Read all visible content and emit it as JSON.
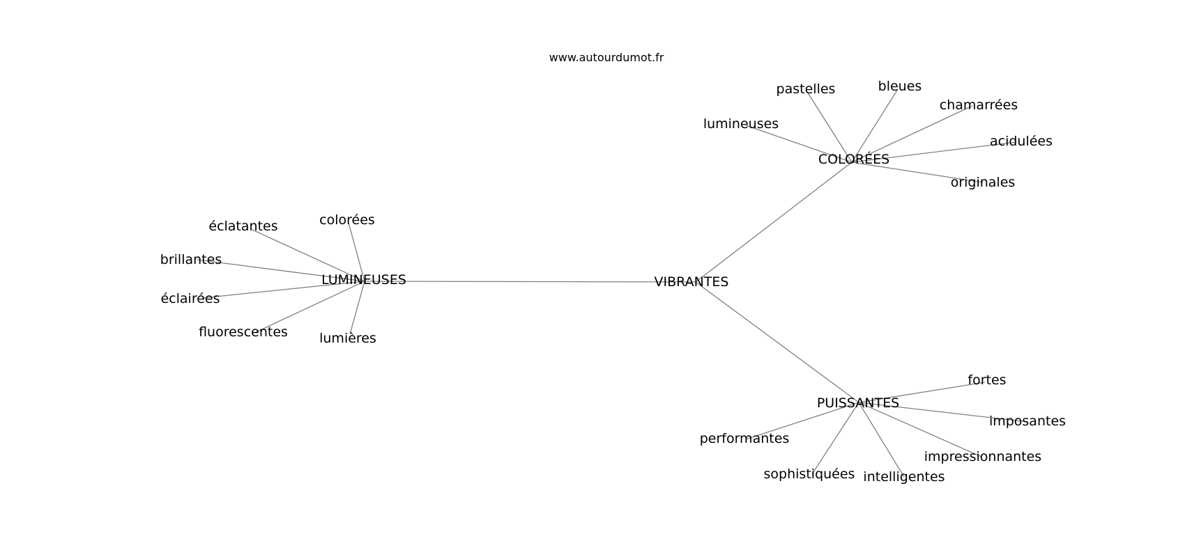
{
  "site": "www.autourdumot.fr",
  "graph": {
    "root": "VIBRANTES",
    "hubs": [
      {
        "word": "LUMINEUSES",
        "leaves": [
          "colorées",
          "éclatantes",
          "brillantes",
          "éclairées",
          "fluorescentes",
          "lumières"
        ]
      },
      {
        "word": "COLORÉES",
        "leaves": [
          "pastelles",
          "bleues",
          "chamarrées",
          "lumineuses",
          "acidulées",
          "originales"
        ]
      },
      {
        "word": "PUISSANTES",
        "leaves": [
          "fortes",
          "imposantes",
          "performantes",
          "impressionnantes",
          "sophistiquées",
          "intelligentes"
        ]
      }
    ]
  }
}
